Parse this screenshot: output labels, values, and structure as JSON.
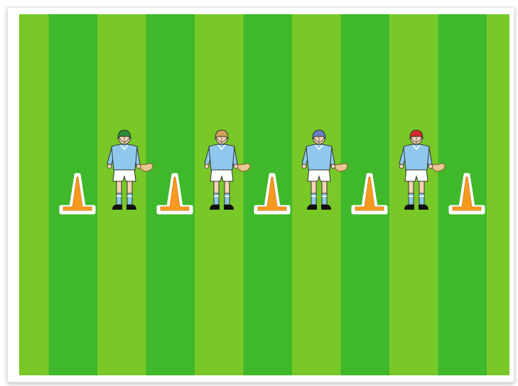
{
  "scene": {
    "pitch_colors": {
      "light": "#78c828",
      "dark": "#3fb82b"
    },
    "cone_colors": {
      "fill": "#f59a1f",
      "outline": "#ffffff"
    },
    "kit_colors": {
      "jersey": "#8fc8ec",
      "shorts": "#ffffff",
      "socks": "#8fc8ec",
      "skin": "#f7d3b4",
      "hurley": "#e8c890"
    },
    "players": [
      {
        "id": "player-1",
        "helmet_color": "#2e8b3d"
      },
      {
        "id": "player-2",
        "helmet_color": "#d4a15a"
      },
      {
        "id": "player-3",
        "helmet_color": "#6b7fc2"
      },
      {
        "id": "player-4",
        "helmet_color": "#d42b2b"
      }
    ],
    "cone_count": 5
  }
}
